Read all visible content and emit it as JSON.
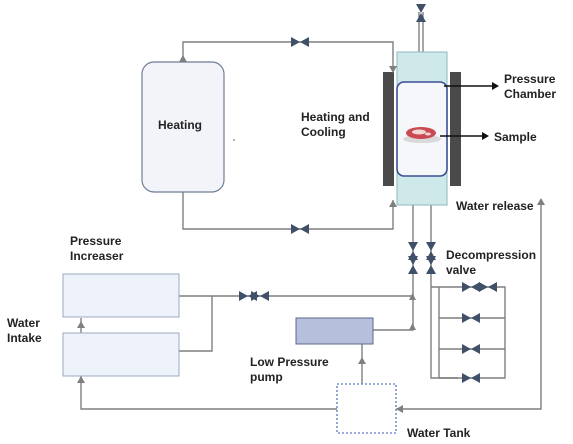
{
  "labels": {
    "heating": "Heating",
    "heating_cooling": "Heating and\nCooling",
    "pressure_chamber": "Pressure\nChamber",
    "sample": "Sample",
    "water_release": "Water release",
    "decompression_valve": "Decompression\nvalve",
    "pressure_increaser": "Pressure\nIncreaser",
    "water_intake": "Water\nIntake",
    "low_pressure_pump": "Low Pressure\npump",
    "water_tank": "Water Tank"
  },
  "colors": {
    "pipe": "#7f7f7f",
    "valve": "#3f5068",
    "heater_box_fill": "#f3f4fa",
    "heater_box_stroke": "#6f7e97",
    "chamber_outer": "#cfe8ea",
    "chamber_inner": "#f6f7fb",
    "chamber_border": "#3b4f96",
    "heating_plate": "#4a4a4a",
    "increaser_fill": "#eef3fb",
    "increaser_stroke": "#9aa8bd",
    "pump_fill": "#b6bfdc",
    "pump_stroke": "#5a6a8c",
    "tank_stroke": "#7b8ed0",
    "sample_meat": "#c94a52",
    "sample_fat": "#f2d7d5",
    "sample_tray": "#d9d9d9",
    "arrow": "#111111"
  }
}
